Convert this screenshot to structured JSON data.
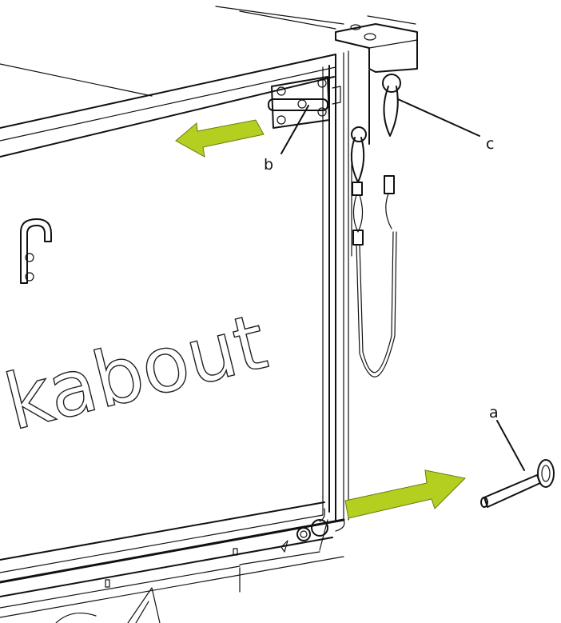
{
  "callouts": {
    "a": "a",
    "b": "b",
    "c": "c"
  },
  "printed_text": {
    "brand_fragment": "kabout"
  },
  "colors": {
    "arrow_fill": "#b5cf20",
    "line": "#111111",
    "background": "#ffffff"
  },
  "icons": {
    "left_arrow": "arrow-left-icon",
    "right_arrow": "arrow-right-icon"
  }
}
